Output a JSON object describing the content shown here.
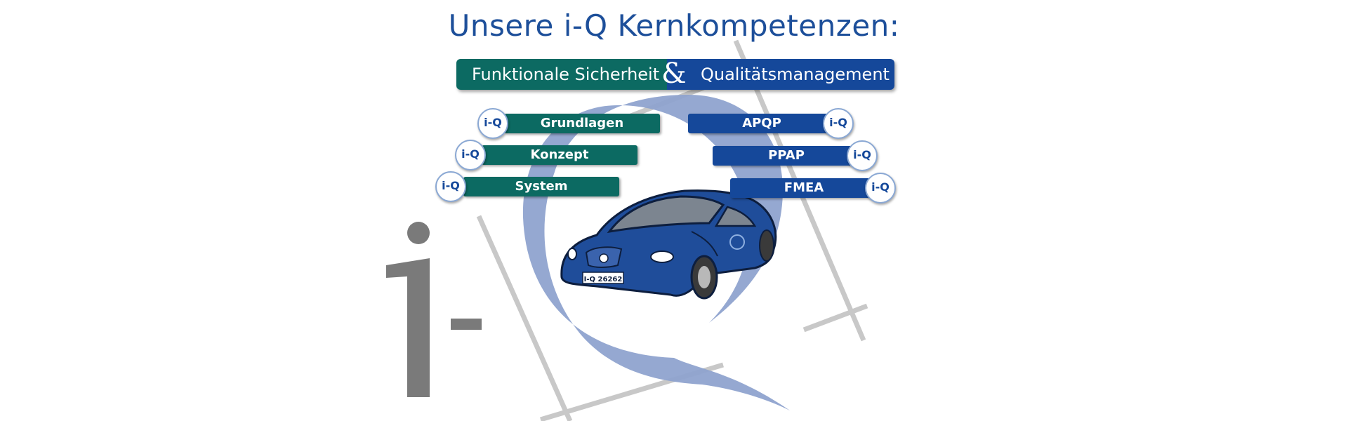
{
  "title": "Unsere i-Q Kernkompetenzen:",
  "banner": {
    "left_label": "Funktionale Sicherheit",
    "ampersand": "&",
    "right_label": "Qualitätsmanagement"
  },
  "safety_items": [
    {
      "label": "Grundlagen"
    },
    {
      "label": "Konzept"
    },
    {
      "label": "System"
    }
  ],
  "quality_items": [
    {
      "label": "APQP"
    },
    {
      "label": "PPAP"
    },
    {
      "label": "FMEA"
    }
  ],
  "badge_text": "i-Q",
  "logo": {
    "text": "i-"
  },
  "car": {
    "plate": "I-Q 26262"
  },
  "colors": {
    "title": "#1d4f9a",
    "green": "#0c6a62",
    "blue": "#15489a",
    "logo_q": "#8fa3cf",
    "logo_gray": "#7a7a7a",
    "car_body": "#1f4d9a"
  }
}
